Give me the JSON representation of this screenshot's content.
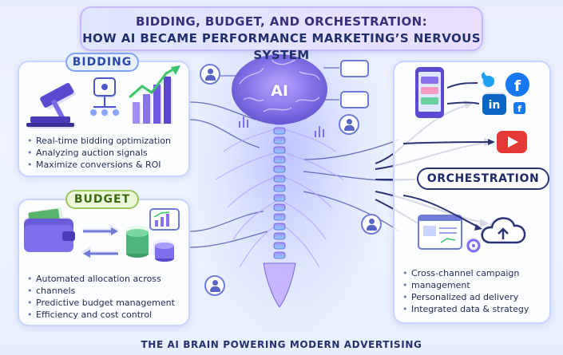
{
  "title": {
    "line1": "BIDDING, BUDGET, AND ORCHESTRATION:",
    "line2": "HOW AI BECAME PERFORMANCE MARKETING’S NERVOUS SYSTEM"
  },
  "bidding": {
    "label": "BIDDING",
    "bullets": [
      "Real-time bidding optimization",
      "Analyzing auction signals",
      "Maximize conversions & ROI"
    ]
  },
  "budget": {
    "label": "BUDGET",
    "bullets": [
      "Automated allocation across",
      "channels",
      "Predictive budget management",
      "Efficiency and cost control"
    ]
  },
  "orchestration": {
    "label": "ORCHESTRATION",
    "bullets": [
      "Cross-channel campaign",
      "management",
      "Personalized ad delivery",
      "Integrated data & strategy"
    ]
  },
  "brain": {
    "label": "AI"
  },
  "footer": "THE AI BRAIN POWERING MODERN ADVERTISING",
  "icons": {
    "bidding": [
      "gavel-icon",
      "network-node-icon",
      "bar-chart-growth-icon"
    ],
    "budget": [
      "wallet-icon",
      "coin-stack-icon",
      "analytics-card-icon"
    ],
    "orchestration": [
      "smartphone-icon",
      "twitter-icon",
      "facebook-icon",
      "linkedin-icon",
      "youtube-icon",
      "web-page-icon",
      "gear-icon",
      "cloud-upload-icon"
    ]
  },
  "colors": {
    "accent": "#6f7bd8",
    "brain_glow": "#9a7bff",
    "spine": "#c9b8ff",
    "bidding_accent": "#7fa3f5",
    "budget_accent": "#9cc75c",
    "youtube": "#e53935",
    "facebook": "#1877f2",
    "linkedin": "#0a66c2",
    "twitter": "#1da1f2"
  }
}
